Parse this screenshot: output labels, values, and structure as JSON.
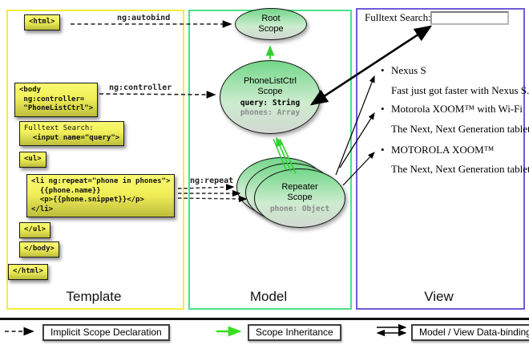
{
  "diagram": {
    "columns": [
      {
        "id": "template",
        "label": "Template"
      },
      {
        "id": "model",
        "label": "Model"
      },
      {
        "id": "view",
        "label": "View"
      }
    ]
  },
  "template": {
    "html_open": "<html>",
    "body_open": "<body\n ng:controller=\n \"PhoneListCtrl\">",
    "fulltext_label": "Fulltext Search:",
    "fulltext_input": "  <input name=\"query\">",
    "ul_open": "<ul>",
    "li_repeat": "<li ng:repeat=\"phone in phones\">\n  {{phone.name}}\n  <p>{{phone.snippet}}</p>\n</li>",
    "ul_close": "</ul>",
    "body_close": "</body>",
    "html_close": "</html>",
    "arrow_labels": {
      "autobind": "ng:autobind",
      "controller": "ng:controller",
      "repeat": "ng:repeat"
    }
  },
  "model": {
    "root_scope_title": "Root\nScope",
    "phonelist_title": "PhoneListCtrl\nScope",
    "phonelist_query": "query: String",
    "phonelist_phones": "phones: Array",
    "repeater_title": "Repeater\nScope",
    "repeater_phone": "phone: Object"
  },
  "view": {
    "search_label": "Fulltext Search:",
    "search_value": "",
    "items": [
      {
        "bullet": "•",
        "name": "Nexus S",
        "desc": "Fast just got faster with Nexus S."
      },
      {
        "bullet": "•",
        "name": "Motorola XOOM™ with Wi-Fi",
        "desc": "The Next, Next Generation tablet."
      },
      {
        "bullet": "•",
        "name": "MOTOROLA XOOM™",
        "desc": "The Next, Next Generation tablet."
      }
    ]
  },
  "legend": {
    "implicit": "Implicit Scope Declaration",
    "inheritance": "Scope Inheritance",
    "databinding": "Model / View Data-binding"
  },
  "colors": {
    "template_border": "#f2ee3a",
    "model_border": "#4ae18a",
    "view_border": "#6f5bd4",
    "scope_inheritance_green": "#2fd12f",
    "code_box_yellow": "#f1ef58",
    "ellipse_green": "#74d78a"
  }
}
